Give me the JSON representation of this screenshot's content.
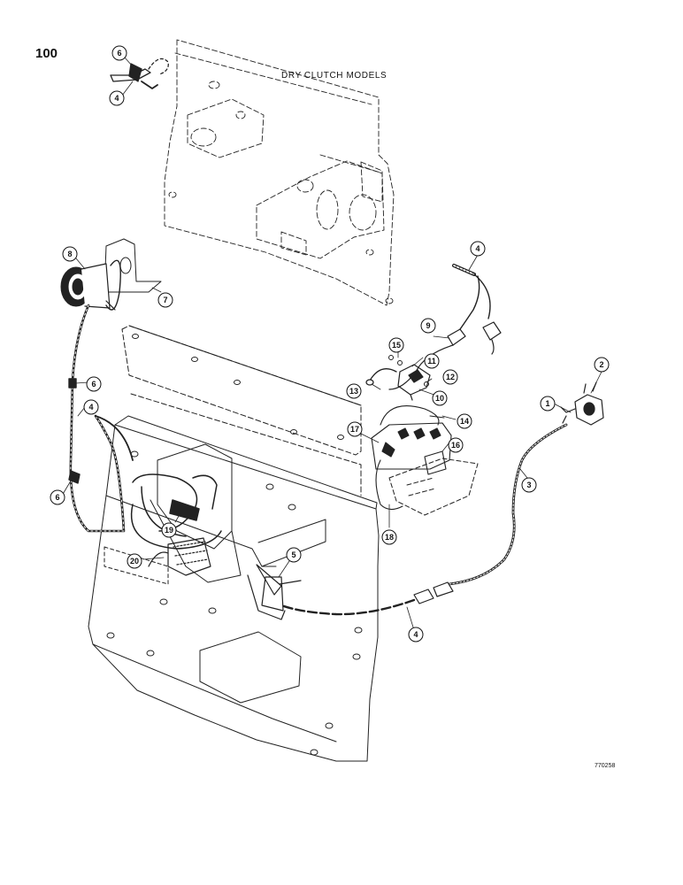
{
  "page": {
    "number": "100",
    "caption": "DRY CLUTCH MODELS",
    "figure_code": "770258"
  },
  "callouts": [
    {
      "id": "c1",
      "label": "1"
    },
    {
      "id": "c2",
      "label": "2"
    },
    {
      "id": "c3",
      "label": "3"
    },
    {
      "id": "c4a",
      "label": "4"
    },
    {
      "id": "c4b",
      "label": "4"
    },
    {
      "id": "c4c",
      "label": "4"
    },
    {
      "id": "c4d",
      "label": "4"
    },
    {
      "id": "c5",
      "label": "5"
    },
    {
      "id": "c6a",
      "label": "6"
    },
    {
      "id": "c6b",
      "label": "6"
    },
    {
      "id": "c6c",
      "label": "6"
    },
    {
      "id": "c7",
      "label": "7"
    },
    {
      "id": "c8",
      "label": "8"
    },
    {
      "id": "c9",
      "label": "9"
    },
    {
      "id": "c10",
      "label": "10"
    },
    {
      "id": "c11",
      "label": "11"
    },
    {
      "id": "c12",
      "label": "12"
    },
    {
      "id": "c13",
      "label": "13"
    },
    {
      "id": "c14",
      "label": "14"
    },
    {
      "id": "c15",
      "label": "15"
    },
    {
      "id": "c16",
      "label": "16"
    },
    {
      "id": "c17",
      "label": "17"
    },
    {
      "id": "c18",
      "label": "18"
    },
    {
      "id": "c19",
      "label": "19"
    },
    {
      "id": "c20",
      "label": "20"
    }
  ]
}
